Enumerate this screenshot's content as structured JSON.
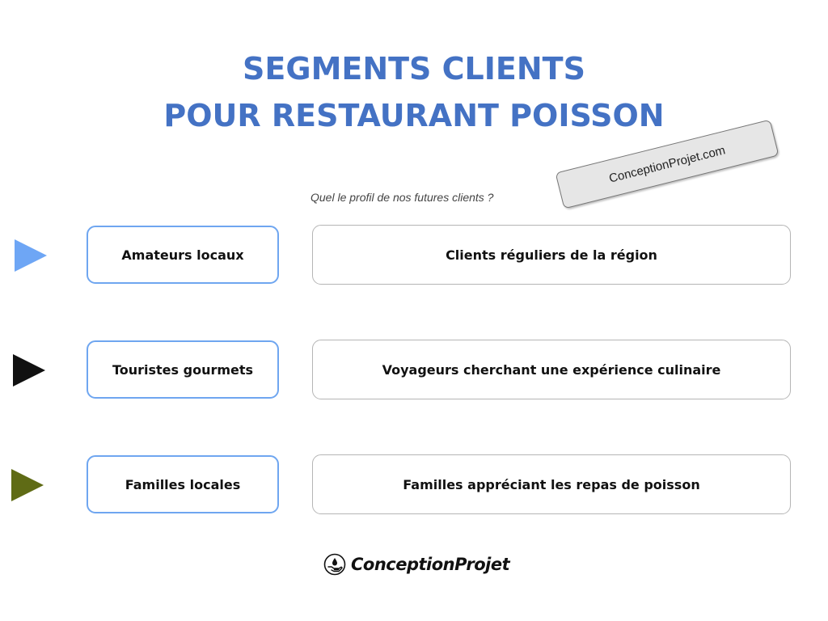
{
  "header": {
    "title_line1": "SEGMENTS CLIENTS",
    "title_line2": "POUR RESTAURANT POISSON",
    "subtitle": "Quel le profil de nos futures clients ?"
  },
  "stamp": {
    "text": "ConceptionProjet.com"
  },
  "colors": {
    "title": "#4472c4",
    "segment_border": "#6fa6f0",
    "arrow_1": "#6ea6f5",
    "arrow_2": "#111111",
    "arrow_3": "#5f6b15"
  },
  "segments": [
    {
      "name": "Amateurs locaux",
      "description": "Clients réguliers de la région"
    },
    {
      "name": "Touristes gourmets",
      "description": "Voyageurs cherchant une expérience culinaire"
    },
    {
      "name": "Familles locales",
      "description": "Familles appréciant les repas de poisson"
    }
  ],
  "footer": {
    "logo_text": "ConceptionProjet",
    "logo_icon": "hand-drop-icon"
  }
}
